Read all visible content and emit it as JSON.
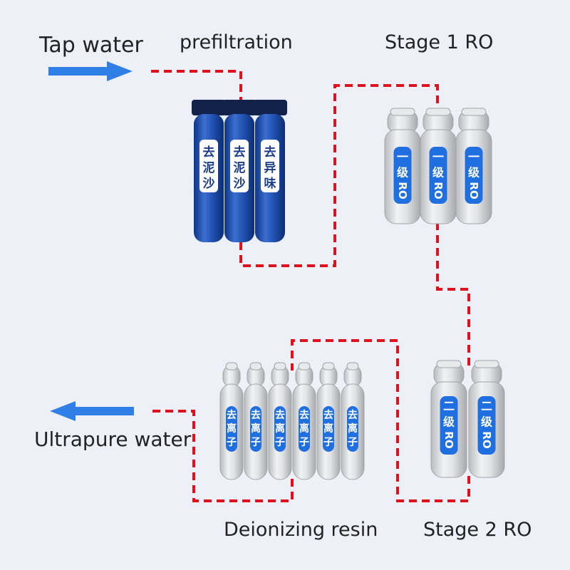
{
  "labels": {
    "tap_water": "Tap water",
    "prefiltration": "prefiltration",
    "stage1": "Stage 1 RO",
    "stage2": "Stage 2 RO",
    "resin": "Deionizing resin",
    "ultrapure": "Ultrapure water"
  },
  "prefilter_labels": [
    "去泥沙",
    "去泥沙",
    "去异味"
  ],
  "stage1_labels": [
    "一级RO",
    "一级RO",
    "一级RO"
  ],
  "stage2_labels": [
    "二级RO",
    "二级RO"
  ],
  "resin_labels": [
    "去离子",
    "去离子",
    "去离子",
    "去离子",
    "去离子",
    "去离子"
  ],
  "colors": {
    "pipe": "#e0101c",
    "arrow": "#2f7fe6",
    "housing_blue": "#1f4fae",
    "label_blue": "#1f6fe0",
    "cartridge": "#dedfe1"
  }
}
